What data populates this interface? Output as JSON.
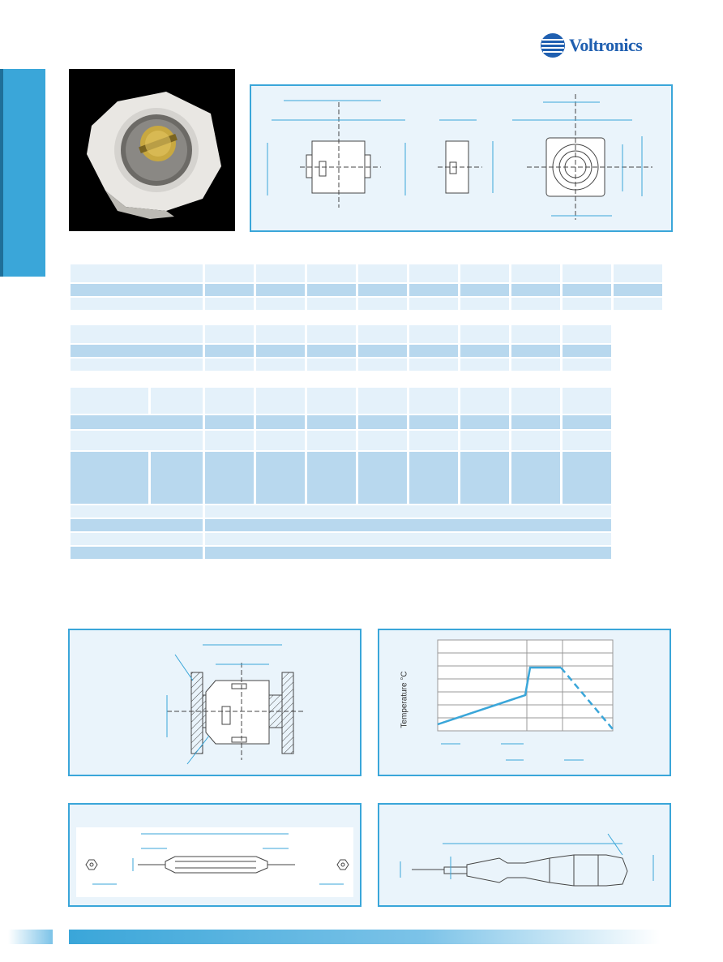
{
  "brand": {
    "name": "Voltronics",
    "color": "#1f5fb0",
    "logo_icon": "globe-logo-icon"
  },
  "accent_color": "#3aa6d9",
  "light_row_color": "#b8d8ee",
  "pale_row_color": "#e4f1fa",
  "reflow_chart": {
    "ylabel": "Temperature °C"
  },
  "tables": {
    "table1": {
      "rows": 3,
      "cols": 10
    },
    "table2": {
      "rows": 3,
      "cols": 9
    },
    "table3": {
      "rows": 8,
      "cols": 10
    }
  }
}
